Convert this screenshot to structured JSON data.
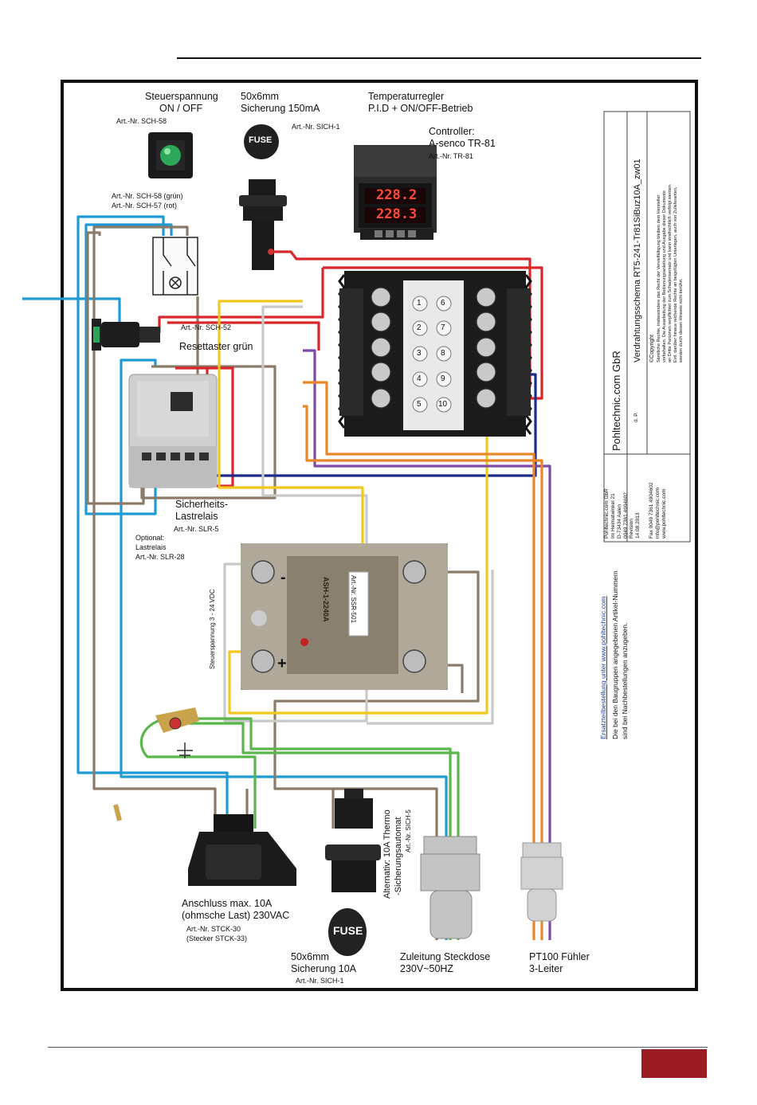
{
  "components": {
    "switch_title_1": "Steuerspannung",
    "switch_title_2": "ON / OFF",
    "switch_art": "Art.-Nr. SCH-58",
    "switch_variants_1": "Art.-Nr. SCH-58 (grün)",
    "switch_variants_2": "Art.-Nr. SCH-57 (rot)",
    "fuse_small_title_1": "50x6mm",
    "fuse_small_title_2": "Sicherung 150mA",
    "fuse_small_art": "Art.-Nr. SICH-1",
    "fuse_cap_text": "FUSE",
    "controller_title_1": "Temperaturregler",
    "controller_title_2": "P.I.D + ON/OFF-Betrieb",
    "controller_name_1": "Controller:",
    "controller_name_2": "A-senco TR-81",
    "controller_art": "Art.-Nr. TR-81",
    "controller_pv": "228.2",
    "controller_sv": "228.3",
    "reset_art": "Art.-Nr. SCH-52",
    "reset_label": "Resettaster grün",
    "relay_label_1": "Sicherheits-",
    "relay_label_2": "Lastrelais",
    "relay_art": "Art.-Nr. SLR-5",
    "relay_opt_1": "Optional:",
    "relay_opt_2": "Lastrelais",
    "relay_opt_3": "Art.-Nr. SLR-28",
    "ssr_art": "Art.-Nr. SSR-501",
    "ssr_model": "ASH-1-2240A",
    "ssr_control": "Steuerspannung 3 - 24 VDC",
    "ssr_minus": "-",
    "ssr_plus": "+",
    "inlet_1": "Anschluss max. 10A",
    "inlet_2": "(ohmsche Last) 230VAC",
    "inlet_art_1": "Art.-Nr. STCK-30",
    "inlet_art_2": "(Stecker STCK-33)",
    "fuse_big_title_1": "50x6mm",
    "fuse_big_title_2": "Sicherung 10A",
    "fuse_big_art": "Art.-Nr. SICH-1",
    "breaker_alt_1": "Alternativ: 10A Thermo",
    "breaker_alt_2": "-Sicherungsautomat",
    "breaker_art": "Art.-Nr. SICH-5",
    "cable_1": "Zuleitung Steckdose",
    "cable_2": "230V~50HZ",
    "pt100_1": "PT100 Fühler",
    "pt100_2": "3-Leiter",
    "terminal_numbers": [
      "1",
      "6",
      "2",
      "7",
      "3",
      "8",
      "4",
      "9",
      "5",
      "10"
    ]
  },
  "titleblock": {
    "company": "Pohltechnic.com GbR",
    "schema": "Verdrahtungsschema  RT5-241-Tr81SiBuz10A_zw01",
    "address": [
      "Pohltechnic.com GbR",
      "Im Heimatwinkel 21",
      "D-73434 Aalen",
      "0049 7361 4904602",
      "Fax 0049 7361 4904602",
      "info@pohltechnic.com",
      "www.pohltechnic.com"
    ],
    "revision": [
      "Revision",
      "14.08.2013"
    ],
    "revision_mark": "d. P.",
    "copyright_head": "©Copyright",
    "copyright_lines": [
      "Sämtliche Rechte, insbesondere das Recht der Vervielfältigung bleiben dem Hersteller",
      "vorbehalten. Die Ausarbeitung der Bedienungsanleitung und Ausgabe dieser Dokumente",
      "an Dritte Personen verpflichtet zum Schadensersatz und kann strafrechtlich verfolgt werden.",
      "Evtl. darüber hinaus reichende Rechte an beigefügten Unterlagen, auch von Zulieferanten,",
      "werden durch diesen Hinweis nicht berührt."
    ],
    "order_link": "Ersatzteilbestellung unter www.pohltechnic.com",
    "order_note_1": "Die bei den Baugruppen angegebenen Artikel-Nummern",
    "order_note_2": "sind bei Nachbestellungen anzugeben."
  },
  "wire_colors": {
    "blue": "#1e9ad6",
    "brown": "#8a7a68",
    "red": "#d8262b",
    "yellow": "#f2c81e",
    "green": "#5ab54a",
    "purple": "#7e4aa6",
    "orange": "#e8862a",
    "navy": "#1c2a8a",
    "grey": "#c9c9c9"
  },
  "page_tab_color": "#9b1b22"
}
